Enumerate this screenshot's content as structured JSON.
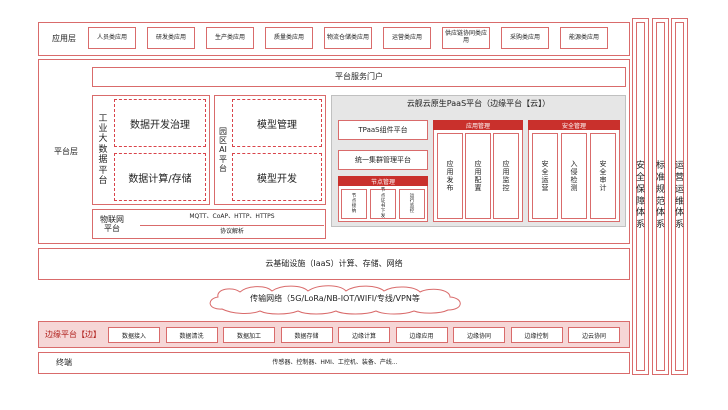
{
  "app_layer": {
    "label": "应用层",
    "items": [
      "人员类应用",
      "研发类应用",
      "生产类应用",
      "质量类应用",
      "物流仓储类应用",
      "运营类应用",
      "供应链协同类应用",
      "采购类应用",
      "能源类应用"
    ]
  },
  "platform_layer": {
    "label": "平台层",
    "portal": "平台服务门户",
    "bigdata": {
      "title_chars": [
        "工",
        "业",
        "大",
        "数",
        "据",
        "平",
        "台"
      ],
      "dev": "数据开发治理",
      "compute": "数据计算/存储"
    },
    "park_ai": {
      "title_chars": [
        "园",
        "区",
        "AI",
        "平",
        "台"
      ],
      "model_mgmt": "模型管理",
      "model_dev": "模型开发"
    },
    "iot": {
      "title_line1": "物联网",
      "title_line2": "平台",
      "protocols": "MQTT、CoAP、HTTP、HTTPS",
      "parse": "协议解析"
    },
    "paas": {
      "title": "云舰云原生PaaS平台（边缘平台【云】）",
      "tpaas": "TPaaS组件平台",
      "cluster": "统一集群管理平台",
      "node_mgmt": {
        "header": "节点管理",
        "items": [
          [
            "节",
            "点",
            "接",
            "纳"
          ],
          [
            "节",
            "点",
            "证",
            "书",
            "下",
            "发"
          ],
          [
            "运",
            "行",
            "监",
            "控"
          ]
        ]
      },
      "app_mgmt": {
        "header": "应用管理",
        "items": [
          [
            "应",
            "用",
            "发",
            "布"
          ],
          [
            "应",
            "用",
            "配",
            "置"
          ],
          [
            "应",
            "用",
            "监",
            "控"
          ]
        ]
      },
      "security": {
        "header": "安全管理",
        "items": [
          [
            "安",
            "全",
            "运",
            "营"
          ],
          [
            "入",
            "侵",
            "检",
            "测"
          ],
          [
            "安",
            "全",
            "审",
            "计"
          ]
        ]
      }
    }
  },
  "iaas": "云基础设施（IaaS）计算、存储、网络",
  "network": "传输网络（5G/LoRa/NB-IOT/WIFI/专线/VPN等",
  "edge": {
    "label": "边缘平台【边】",
    "items": [
      "数据接入",
      "数据清洗",
      "数据加工",
      "数据存储",
      "边缘计算",
      "边缘应用",
      "边缘协同",
      "边缘控制",
      "边云协同"
    ]
  },
  "terminal": {
    "label": "终端",
    "devices": "传感器、控制器、HMI、工控机、装备、产线..."
  },
  "side_columns": [
    [
      "安",
      "全",
      "保",
      "障",
      "体",
      "系"
    ],
    [
      "标",
      "准",
      "规",
      "范",
      "体",
      "系"
    ],
    [
      "运",
      "营",
      "运",
      "维",
      "体",
      "系"
    ]
  ],
  "colors": {
    "accent": "#c9302c",
    "border": "#d96b6b",
    "edge_fill": "#f6d6d6",
    "gray_panel": "#e6e6e6"
  }
}
